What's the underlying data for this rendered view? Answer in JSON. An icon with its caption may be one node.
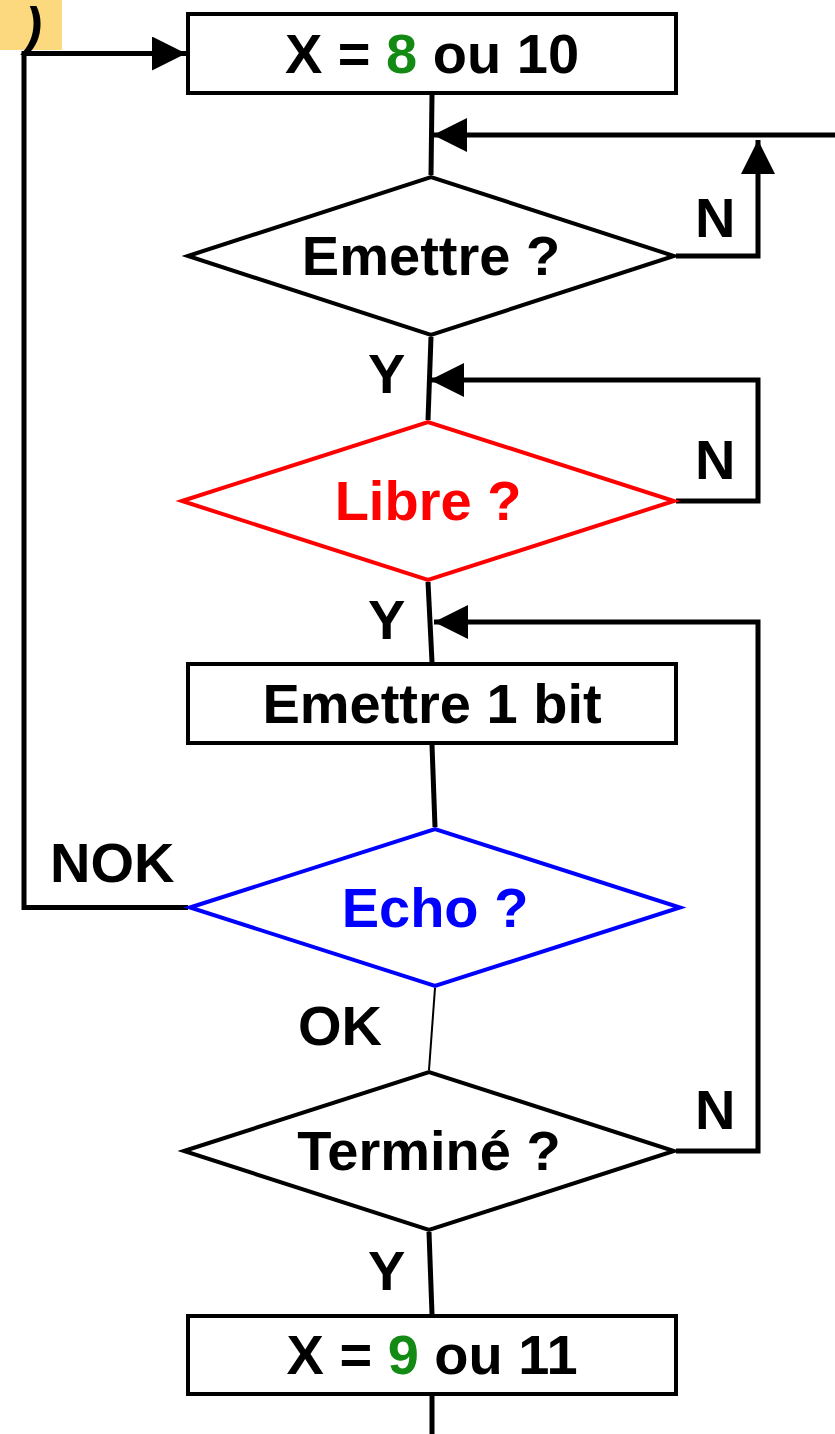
{
  "diagram": {
    "nodes": [
      {
        "text": [
          "X = 8 ou 10"
        ]
      },
      {
        "text": [
          "Emettre ?"
        ]
      },
      {
        "text": [
          "Libre ?"
        ]
      },
      {
        "text": [
          "Emettre 1 bit"
        ]
      },
      {
        "text": [
          "Echo ?"
        ]
      },
      {
        "text": [
          "Terminé ?"
        ]
      },
      {
        "text": [
          "X = 9 ou 11"
        ]
      }
    ],
    "edges": [
      {
        "from": 0,
        "to": 1,
        "arrow": "none"
      },
      {
        "from": null,
        "to": 1,
        "arrow": "to"
      },
      {
        "from": 1,
        "to": null,
        "arrow": "to",
        "label": "N"
      },
      {
        "from": 1,
        "to": 2,
        "arrow": "none",
        "label": "Y"
      },
      {
        "from": 2,
        "to": 2,
        "arrow": "to",
        "label": "N"
      },
      {
        "from": 2,
        "to": 3,
        "arrow": "none",
        "label": "Y"
      },
      {
        "from": 3,
        "to": 4,
        "arrow": "none"
      },
      {
        "from": 4,
        "to": 0,
        "arrow": "to",
        "label": "NOK"
      },
      {
        "from": 4,
        "to": 5,
        "arrow": "none",
        "label": "OK"
      },
      {
        "from": 5,
        "to": 3,
        "arrow": "to",
        "label": "N"
      },
      {
        "from": 5,
        "to": 6,
        "arrow": "none",
        "label": "Y"
      },
      {
        "from": 6,
        "to": null,
        "arrow": "none"
      }
    ],
    "labels": [
      ")"
    ]
  }
}
